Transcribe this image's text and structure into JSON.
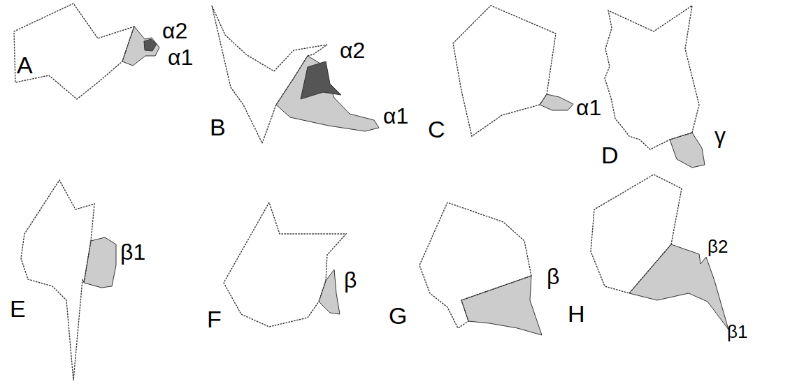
{
  "diagram": {
    "labels": [
      "A",
      "α2",
      "α1",
      "B",
      "α2",
      "α1",
      "C",
      "α1",
      "D",
      "γ",
      "E",
      "β1",
      "F",
      "β",
      "G",
      "β",
      "H",
      "β2",
      "β1"
    ]
  }
}
